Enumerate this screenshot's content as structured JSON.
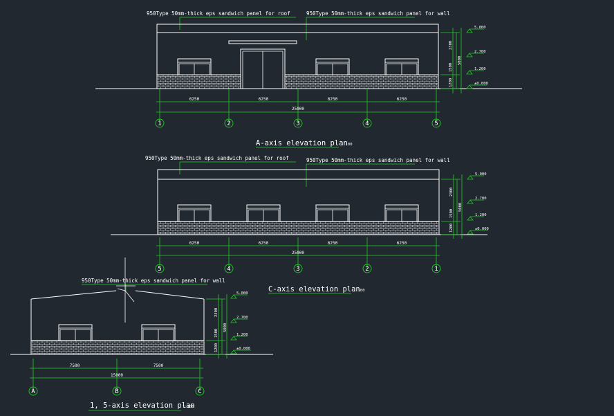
{
  "colors": {
    "background": "#212830",
    "linework": "#ffffff",
    "dimension": "#22cc22"
  },
  "elevation_a": {
    "title": "A-axis elevation plan",
    "scale": "1:100",
    "roof_note": "950Type 50mm-thick eps sandwich panel for roof",
    "wall_note": "950Type 50mm-thick eps sandwich panel for wall",
    "bay_dims": [
      "6250",
      "6250",
      "6250",
      "6250"
    ],
    "total_dim": "25000",
    "axes": [
      "1",
      "2",
      "3",
      "4",
      "5"
    ],
    "levels": [
      "5.000",
      "2.700",
      "1.200",
      "±0.000"
    ],
    "vertical_dims": [
      "2300",
      "1500",
      "1200"
    ],
    "overall_height": "5000"
  },
  "elevation_c": {
    "title": "C-axis elevation plan",
    "scale": "1:100",
    "roof_note": "950Type 50mm-thick eps sandwich panel for roof",
    "wall_note": "950Type 50mm-thick eps sandwich panel for wall",
    "bay_dims": [
      "6250",
      "6250",
      "6250",
      "6250"
    ],
    "total_dim": "25000",
    "axes": [
      "5",
      "4",
      "3",
      "2",
      "1"
    ],
    "levels": [
      "5.000",
      "2.700",
      "1.200",
      "±0.000"
    ],
    "vertical_dims": [
      "2300",
      "1500",
      "1200"
    ],
    "overall_height": "5000"
  },
  "elevation_15": {
    "title": "1, 5-axis elevation plan",
    "scale": "1:100",
    "wall_note": "950Type 50mm-thick eps sandwich panel for wall",
    "bay_dims": [
      "7500",
      "7500"
    ],
    "total_dim": "15000",
    "axes": [
      "A",
      "B",
      "C"
    ],
    "levels": [
      "5.000",
      "2.700",
      "1.200",
      "±0.000"
    ],
    "vertical_dims": [
      "2300",
      "1500",
      "1200"
    ],
    "overall_height": "5000"
  }
}
